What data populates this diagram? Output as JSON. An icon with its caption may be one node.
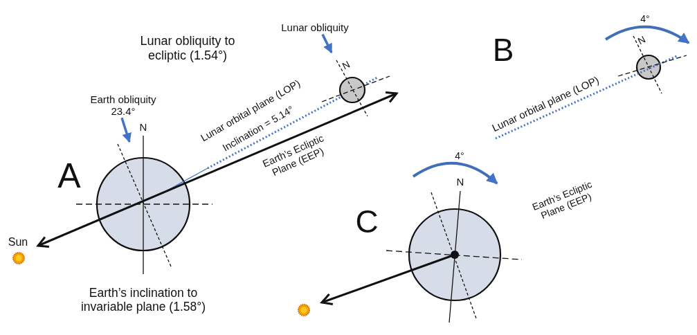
{
  "diagram": {
    "nodes": [
      {
        "text": [
          "Earth obliquity 23.4°"
        ]
      },
      {
        "text": [
          "Lunar obliquity"
        ]
      }
    ],
    "edges": [
      {
        "from": 0,
        "to": null,
        "arrow": "to",
        "color": "#4472c4"
      },
      {
        "from": 1,
        "to": null,
        "arrow": "to",
        "color": "#4472c4"
      }
    ],
    "labels": [
      "Lunar obliquity to ecliptic (1.54°)",
      "A",
      "N",
      "Lunar orbital plane (LOP)",
      "Inclination = 5.14°",
      "Earth’s Ecliptic Plane (EEP)",
      "N",
      "Sun",
      "Earth’s inclination to invariable plane (1.58°)",
      "B",
      "4°",
      "N",
      "Lunar orbital plane (LOP)",
      "C",
      "4°",
      "N",
      "Earth’s Ecliptic Plane (EEP)"
    ]
  }
}
